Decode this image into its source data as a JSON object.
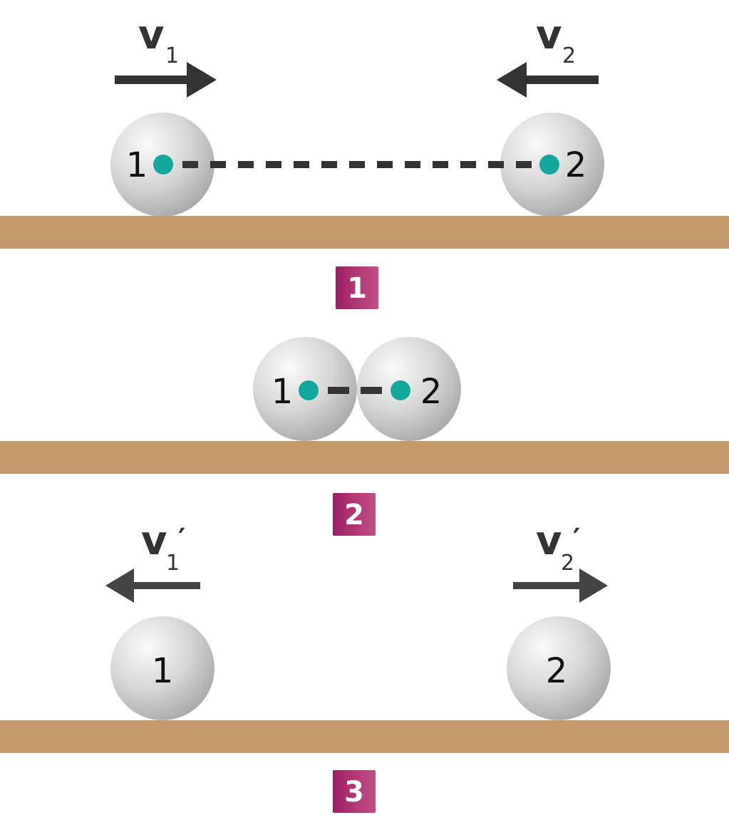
{
  "colors": {
    "floor": "#c4996c",
    "ball_center_dot": "#13a89e",
    "arrow": "#333333",
    "badge_start": "#9c1f62",
    "badge_end": "#c44f86"
  },
  "panels": [
    {
      "badge": "1",
      "ball_labels": [
        "1",
        "2"
      ],
      "velocity_labels": [
        {
          "symbol": "v",
          "subscript": "1",
          "prime": ""
        },
        {
          "symbol": "v",
          "subscript": "2",
          "prime": ""
        }
      ],
      "arrow_directions": [
        "right",
        "left"
      ]
    },
    {
      "badge": "2",
      "ball_labels": [
        "1",
        "2"
      ]
    },
    {
      "badge": "3",
      "ball_labels": [
        "1",
        "2"
      ],
      "velocity_labels": [
        {
          "symbol": "v",
          "subscript": "1",
          "prime": "′"
        },
        {
          "symbol": "v",
          "subscript": "2",
          "prime": "′"
        }
      ],
      "arrow_directions": [
        "left",
        "right"
      ]
    }
  ]
}
